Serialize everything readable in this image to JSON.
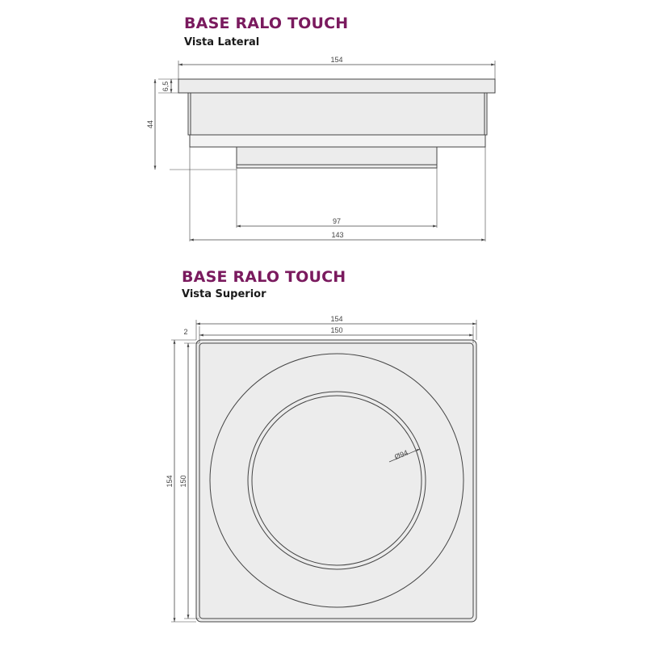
{
  "colors": {
    "title": "#7a1a5e",
    "line": "#444444",
    "fill": "#ececec",
    "fill_light": "#f3f3f3"
  },
  "lateral": {
    "title": "BASE RALO TOUCH",
    "subtitle": "Vista Lateral",
    "dims": {
      "overall_width": "154",
      "flange_height": "6,5",
      "total_height": "44",
      "outlet_width": "97",
      "body_width": "143"
    }
  },
  "superior": {
    "title": "BASE RALO TOUCH",
    "subtitle": "Vista Superior",
    "dims": {
      "outer_width": "154",
      "inner_width": "150",
      "border": "2",
      "outer_height": "154",
      "inner_height": "150",
      "diameter": "Ø94"
    }
  }
}
